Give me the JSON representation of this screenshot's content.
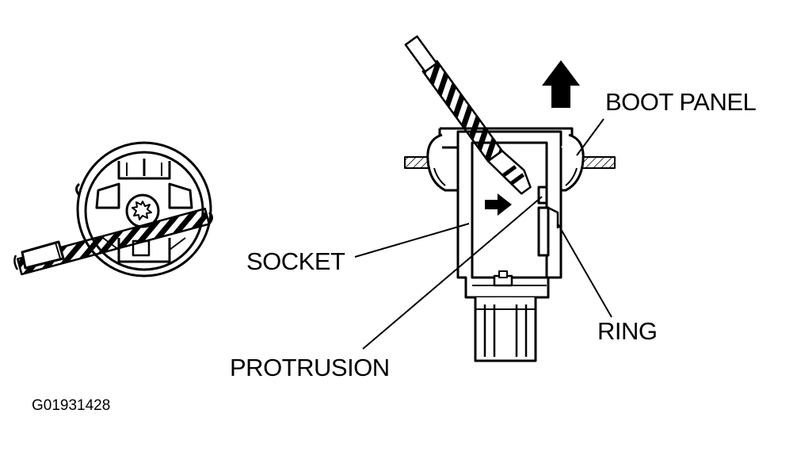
{
  "labels": {
    "boot_panel": "BOOT PANEL",
    "socket": "SOCKET",
    "ring": "RING",
    "protrusion": "PROTRUSION",
    "figure_code": "G01931428"
  },
  "colors": {
    "ink": "#000000",
    "paper": "#ffffff",
    "hatch": "#555555"
  },
  "icons": {
    "up_arrow": "up-arrow-icon",
    "push_arrow": "right-arrow-icon",
    "screwdriver": "screwdriver-icon"
  }
}
